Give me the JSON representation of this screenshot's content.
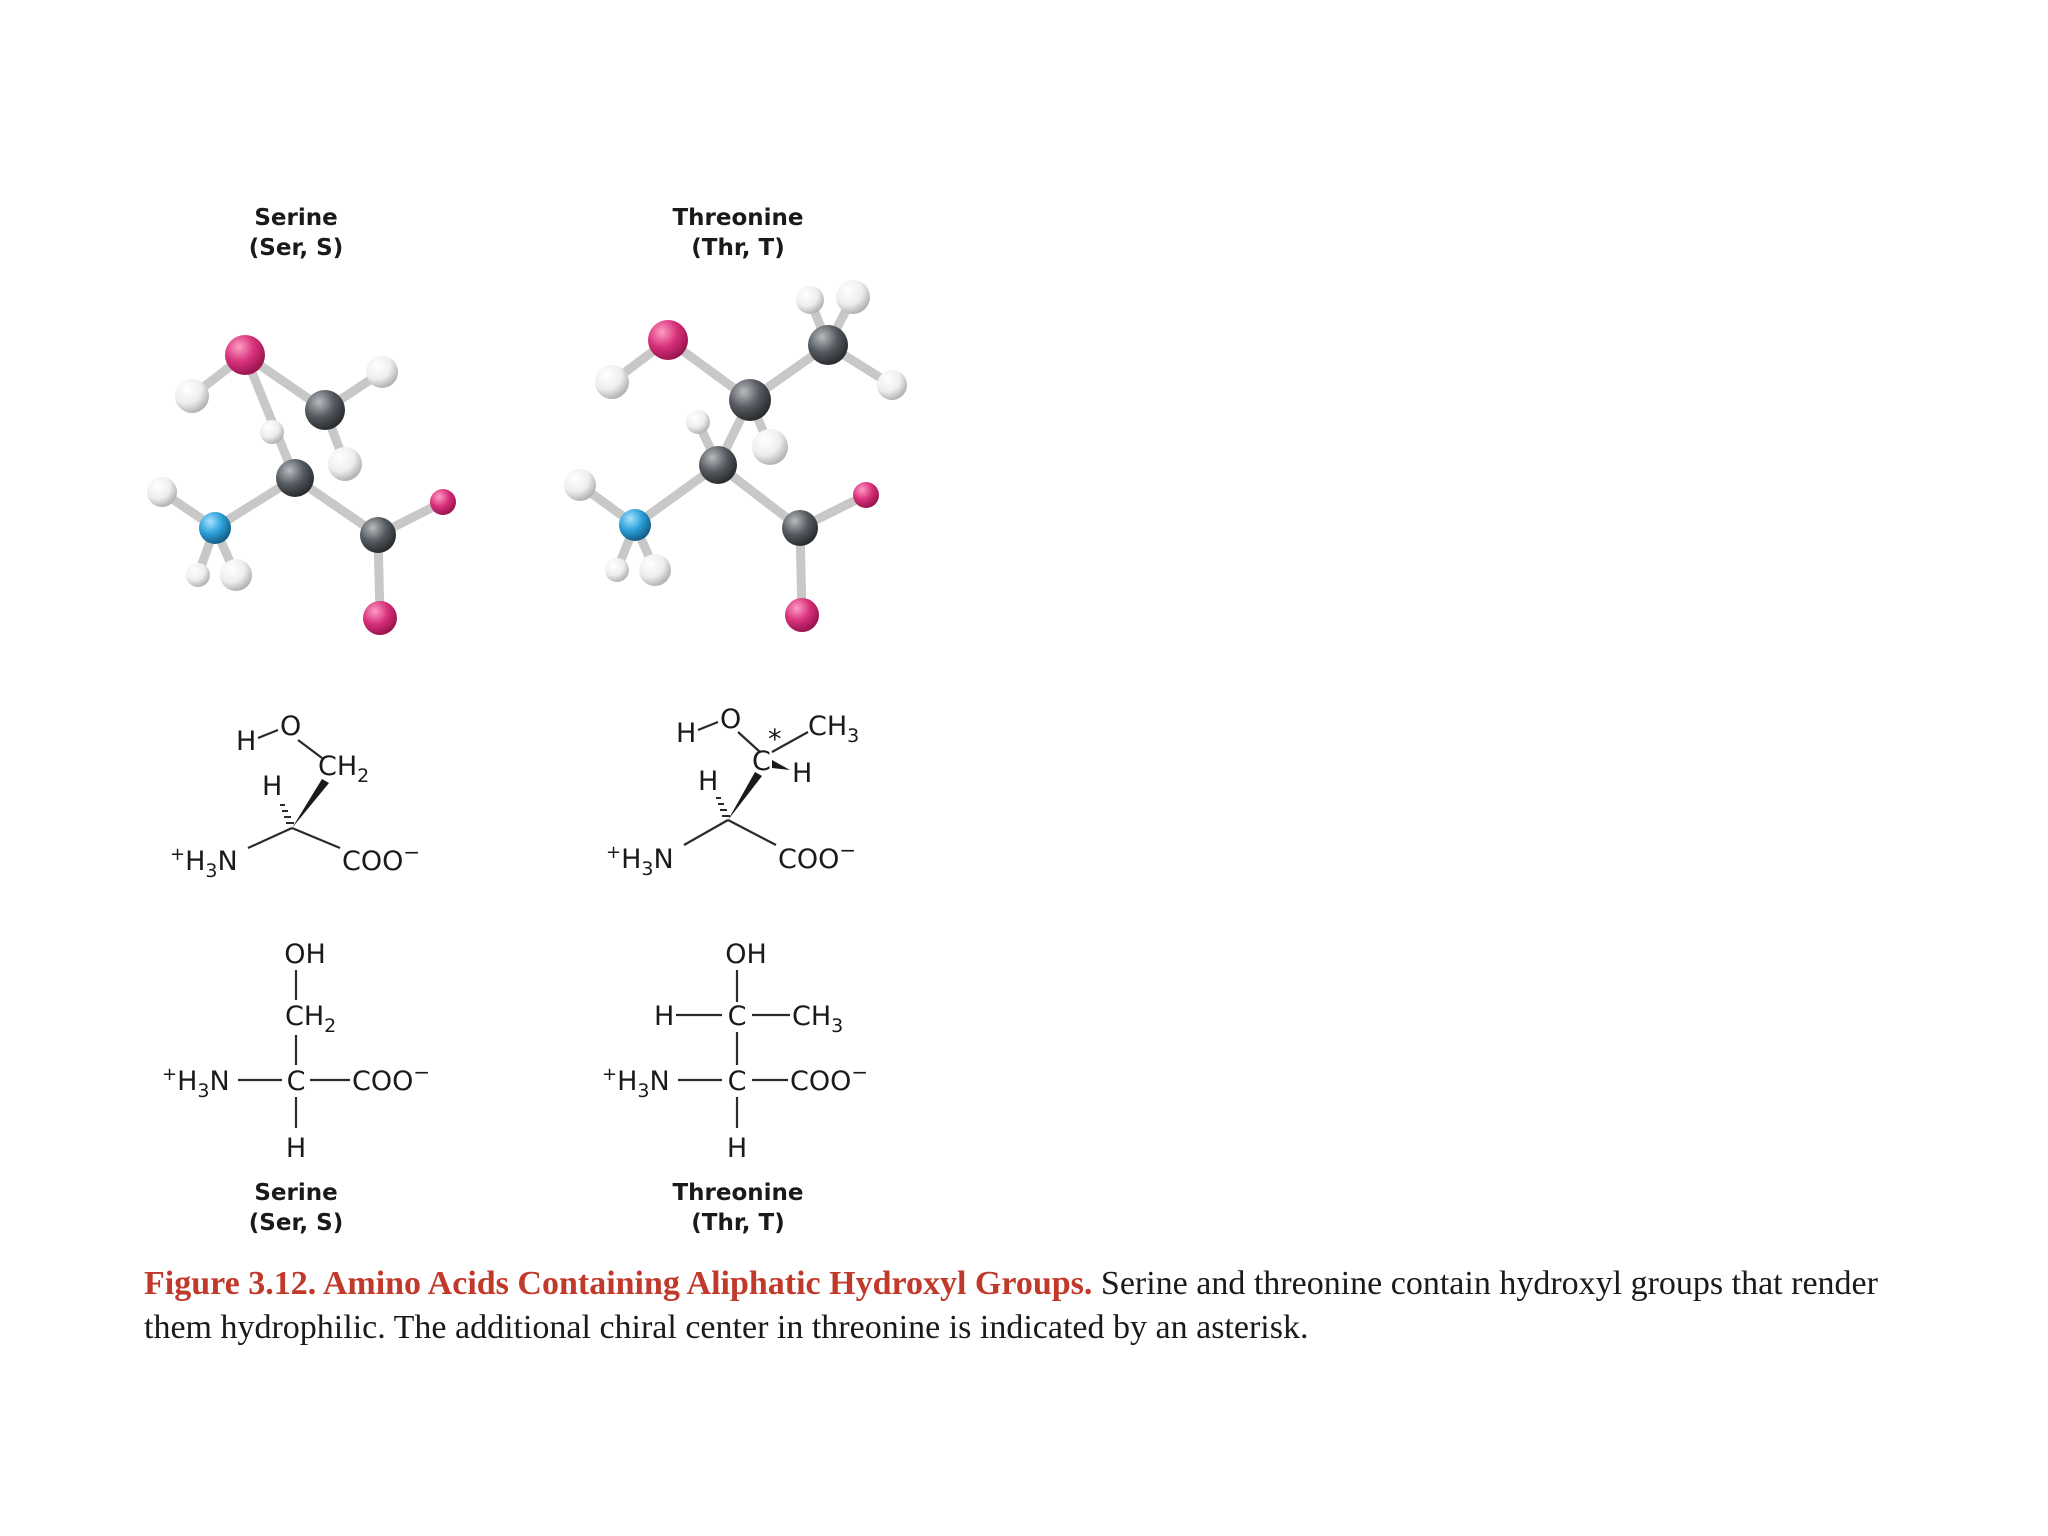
{
  "serine": {
    "name": "Serine",
    "abbr": "(Ser, S)",
    "wedge": {
      "oh_h": "H",
      "oh_o": "O",
      "ch2": "CH",
      "ch2_sub": "2",
      "h": "H",
      "n_plus": "+",
      "n": "H",
      "n_sub": "3",
      "n_end": "N",
      "coo": "COO",
      "coo_charge": "−"
    },
    "fischer": {
      "oh": "OH",
      "ch2": "CH",
      "ch2_sub": "2",
      "n_plus": "+",
      "n": "H",
      "n_sub": "3",
      "n_end": "N",
      "c": "C",
      "coo": "COO",
      "coo_charge": "−",
      "h": "H"
    }
  },
  "threonine": {
    "name": "Threonine",
    "abbr": "(Thr, T)",
    "wedge": {
      "oh_h": "H",
      "oh_o": "O",
      "ch3": "CH",
      "ch3_sub": "3",
      "star": "*",
      "c": "C",
      "ch": "H",
      "h": "H",
      "n_plus": "+",
      "n": "H",
      "n_sub": "3",
      "n_end": "N",
      "coo": "COO",
      "coo_charge": "−"
    },
    "fischer": {
      "oh": "OH",
      "h_left": "H",
      "c_top": "C",
      "ch3": "CH",
      "ch3_sub": "3",
      "n_plus": "+",
      "n": "H",
      "n_sub": "3",
      "n_end": "N",
      "c": "C",
      "coo": "COO",
      "coo_charge": "−",
      "h": "H"
    }
  },
  "colors": {
    "oxygen": "#d6307a",
    "nitrogen": "#2a9fd8",
    "carbon": "#555a60",
    "hydrogen": "#eeeeee",
    "caption_lead": "#c0392b"
  },
  "caption": {
    "lead": "Figure 3.12. Amino Acids Containing Aliphatic Hydroxyl Groups.",
    "body": " Serine and threonine contain hydroxyl groups that render them hydrophilic. The additional chiral center in threonine is indicated by an asterisk."
  }
}
